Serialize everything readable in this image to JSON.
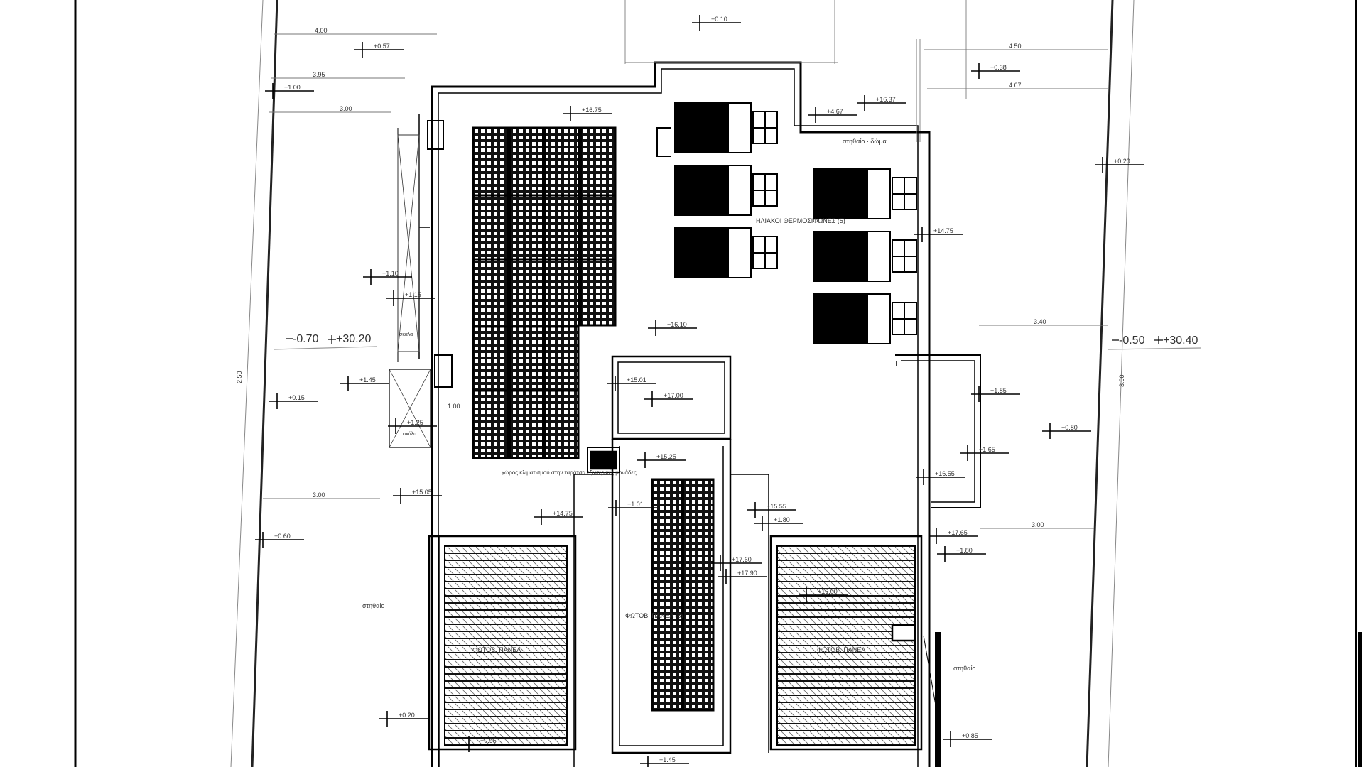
{
  "drawing": {
    "large_levels": [
      "-0.70",
      "+30.20",
      "-0.50",
      "+30.40"
    ],
    "spot_levels": [
      "+0.10",
      "+0.57",
      "+1.00",
      "+16.75",
      "+16.37",
      "+0.38",
      "+4.67",
      "+0.20",
      "+1.10",
      "+14.75",
      "+1.15",
      "+1.45",
      "+0.15",
      "+1.25",
      "+16.10",
      "+15.01",
      "+17.00",
      "+15.25",
      "+1.85",
      "+0.80",
      "+1.65",
      "+16.55",
      "+1.01",
      "+15.05",
      "+14.75",
      "+15.55",
      "+17.60",
      "+17.90",
      "+1.80",
      "+16.00",
      "+17.65",
      "+1.80",
      "+0.60",
      "+0.85",
      "+0.20",
      "+0.95",
      "+1.45"
    ],
    "dimensions": [
      "4.00",
      "3.95",
      "3.00",
      "3.00",
      "4.50",
      "4.67",
      "3.40",
      "3.00",
      "1.00",
      "2.50",
      "3.00"
    ],
    "notes": [
      "ΗΛΙΑΚΟΙ ΘΕΡΜΟΣΙΦΩΝΕΣ (5)",
      "ΦΩΤΟΒ. ΠΑΝΕΛ (8)",
      "ΦΩΤΟΒ. ΠΑΝΕΛ",
      "ΦΩΤΟΒ. ΠΑΝΕΛ",
      "χώρος κλιματισμού στην ταράτσα εξωτερικές μονάδες",
      "στηθαίο",
      "στηθαίο",
      "σκάλα",
      "σκάλα",
      "στηθαίο · δώμα"
    ]
  }
}
